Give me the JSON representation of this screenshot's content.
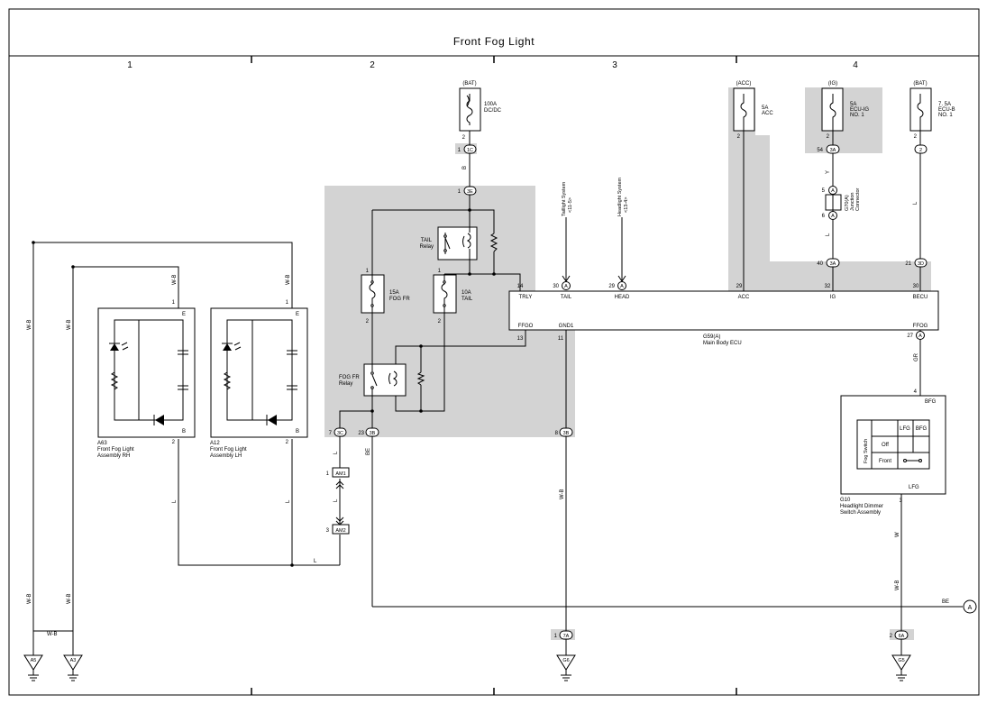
{
  "title": "Front Fog Light",
  "columns": [
    "1",
    "2",
    "3",
    "4"
  ],
  "sources": {
    "bat1": "(BAT)",
    "acc": "(ACC)",
    "ig": "(IG)",
    "bat2": "(BAT)"
  },
  "fuses": {
    "dcdc": {
      "line1": "100A",
      "line2": "DC/DC"
    },
    "acc": {
      "line1": "5A",
      "line2": "ACC"
    },
    "ecuig": {
      "line1": "5A",
      "line2": "ECU-IG",
      "line3": "NO. 1"
    },
    "ecub": {
      "line1": "7. 5A",
      "line2": "ECU-B",
      "line3": "NO. 1"
    },
    "fogfr": {
      "line1": "15A",
      "line2": "FOG FR"
    },
    "tail": {
      "line1": "10A",
      "line2": "TAIL"
    }
  },
  "relays": {
    "tail": {
      "line1": "TAIL",
      "line2": "Relay"
    },
    "fogfr": {
      "line1": "FOG FR",
      "line2": "Relay"
    }
  },
  "connectors": {
    "c1c": "1C",
    "c3e": "3E",
    "c3a_54": "3A",
    "c3a_40": "3A",
    "c3d": "3D",
    "c2": "2",
    "c3c": "3C",
    "c3b_23": "3B",
    "c3b_8": "3B",
    "c7a": "7A",
    "c6a": "6A",
    "am1": "AM1",
    "am2": "AM2",
    "ca30": "A",
    "ca29": "A",
    "ca27": "A",
    "jca5": "A",
    "jca6": "A",
    "offpage": "A"
  },
  "pins": {
    "dcdc2": "2",
    "c1c": "1",
    "c3e": "1",
    "acc2": "2",
    "ecuig2": "2",
    "c54": "54",
    "ecub2": "2",
    "j5": "5",
    "j6": "6",
    "p40": "40",
    "p21": "21",
    "ff1": "1",
    "ff2": "2",
    "tl1": "1",
    "tl2": "2",
    "p14": "14",
    "p30": "30",
    "p29": "29",
    "p29b": "29",
    "p32": "32",
    "p30b": "30",
    "p13": "13",
    "p11": "11",
    "p27": "27",
    "p7": "7",
    "p23": "23",
    "p8": "8",
    "rh1": "1",
    "rh2": "2",
    "lh1": "1",
    "lh2": "2",
    "am1": "1",
    "am2": "3",
    "g4": "4",
    "g3": "3",
    "c7a": "1",
    "c6a": "2"
  },
  "ecu": {
    "name": "G59(A)",
    "desc": "Main Body ECU",
    "t_trly": "TRLY",
    "t_tail": "TAIL",
    "t_head": "HEAD",
    "t_acc": "ACC",
    "t_ig": "IG",
    "t_becu": "BECU",
    "t_ffgo": "FFGO",
    "t_gnd1": "GND1",
    "t_ffog": "FFOG"
  },
  "junction": {
    "line1": "G70(A)",
    "line2": "Junction",
    "line3": "Connector"
  },
  "systems": {
    "tail": {
      "line1": "Taillight System",
      "line2": "<11-5>"
    },
    "head": {
      "line1": "Headlight System",
      "line2": "<13-4>"
    }
  },
  "lamps": {
    "rh": {
      "code": "A63",
      "line1": "Front Fog Light",
      "line2": "Assembly RH",
      "e": "E",
      "b": "B"
    },
    "lh": {
      "code": "A12",
      "line1": "Front Fog Light",
      "line2": "Assembly LH",
      "e": "E",
      "b": "B"
    }
  },
  "switch": {
    "code": "G10",
    "line1": "Headlight Dimmer",
    "line2": "Switch Assembly",
    "bfg": "BFG",
    "lfg": "LFG",
    "fog_switch": "Fog Switch",
    "col_lfg": "LFG",
    "col_bfg": "BFG",
    "off": "Off",
    "front": "Front"
  },
  "wires": {
    "b": "B",
    "y": "Y",
    "l_ig": "L",
    "l_ecub": "L",
    "wb_far": "W-B",
    "wb_near": "W-B",
    "wb_rh": "W-B",
    "wb_lh": "W-B",
    "l_rh": "L",
    "l_lh": "L",
    "l_bot": "L",
    "l_c3c": "L",
    "l_am": "L",
    "be_23": "BE",
    "wb_gnd": "W-B",
    "gr": "GR",
    "w": "W",
    "wb_g5": "W-B",
    "be_bot": "BE",
    "wb_low1": "W-B",
    "wb_low2": "W-B",
    "wb_join": "W-B"
  },
  "grounds": {
    "a5": "A5",
    "a3": "A3",
    "g6": "G6",
    "g5": "G5"
  }
}
